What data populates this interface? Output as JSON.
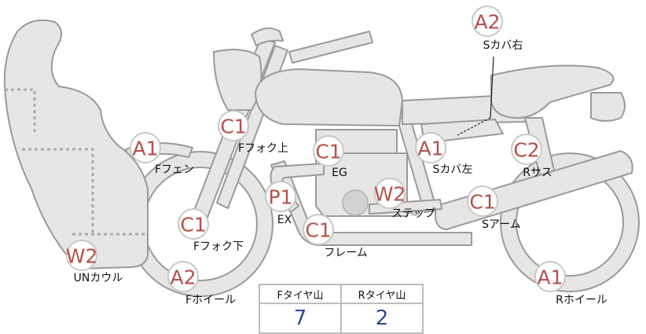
{
  "parts": [
    {
      "id": "s-cover-right",
      "label": "Sカバ右",
      "grade": "A2"
    },
    {
      "id": "front-fork-upper",
      "label": "Fフォク上",
      "grade": "C1"
    },
    {
      "id": "front-fender",
      "label": "Fフェン",
      "grade": "A1"
    },
    {
      "id": "engine",
      "label": "EG",
      "grade": "C1"
    },
    {
      "id": "s-cover-left",
      "label": "Sカバ左",
      "grade": "A1"
    },
    {
      "id": "rear-suspension",
      "label": "Rサス",
      "grade": "C2"
    },
    {
      "id": "exhaust",
      "label": "EX",
      "grade": "P1"
    },
    {
      "id": "step",
      "label": "ステップ",
      "grade": "W2"
    },
    {
      "id": "swing-arm",
      "label": "Sアーム",
      "grade": "C1"
    },
    {
      "id": "front-fork-lower",
      "label": "Fフォク下",
      "grade": "C1"
    },
    {
      "id": "frame",
      "label": "フレーム",
      "grade": "C1"
    },
    {
      "id": "under-cowl",
      "label": "UNカウル",
      "grade": "W2"
    },
    {
      "id": "front-wheel",
      "label": "Fホイール",
      "grade": "A2"
    },
    {
      "id": "rear-wheel",
      "label": "Rホイール",
      "grade": "A1"
    }
  ],
  "tires": {
    "front_label": "Fタイヤ山",
    "rear_label": "Rタイヤ山",
    "front_value": "7",
    "rear_value": "2"
  }
}
